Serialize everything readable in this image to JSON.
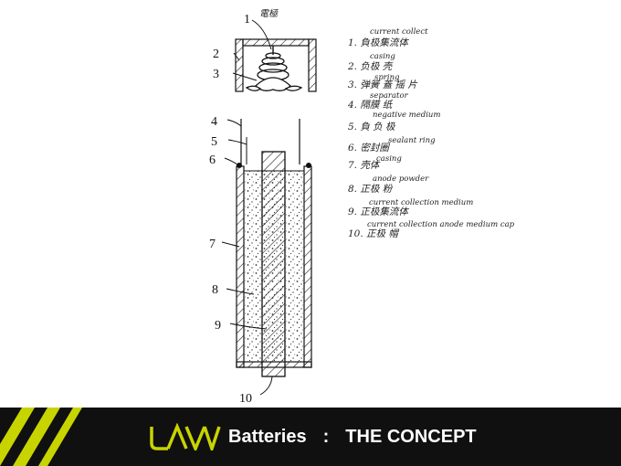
{
  "diagram": {
    "top_annotation": "電極",
    "callouts": [
      "1",
      "2",
      "3",
      "4",
      "5",
      "6",
      "7",
      "8",
      "9",
      "10"
    ],
    "notes": [
      {
        "en": "current collect",
        "zh": "1. 負极集流体"
      },
      {
        "en": "casing",
        "zh": "2. 负极 壳 "
      },
      {
        "en": "spring",
        "zh": "3. 弹簧 蓋 摇 片"
      },
      {
        "en": "separator",
        "zh": "4. 隔膜 纸"
      },
      {
        "en": "negative medium",
        "zh": "5. 負 负 极"
      },
      {
        "en": "sealant ring",
        "zh": "6. 密封圈"
      },
      {
        "en": "casing",
        "zh": "7. 壳体"
      },
      {
        "en": "anode powder",
        "zh": "8. 正极 粉"
      },
      {
        "en": "current collection medium",
        "zh": "9. 正极集流体"
      },
      {
        "en": "current collection anode medium cap",
        "zh": "10. 正极 帽"
      }
    ]
  },
  "footer": {
    "brand": "Batteries",
    "separator": ":",
    "title": "THE CONCEPT",
    "colors": {
      "accent": "#c8d400",
      "background": "#101010",
      "text": "#ffffff"
    }
  }
}
